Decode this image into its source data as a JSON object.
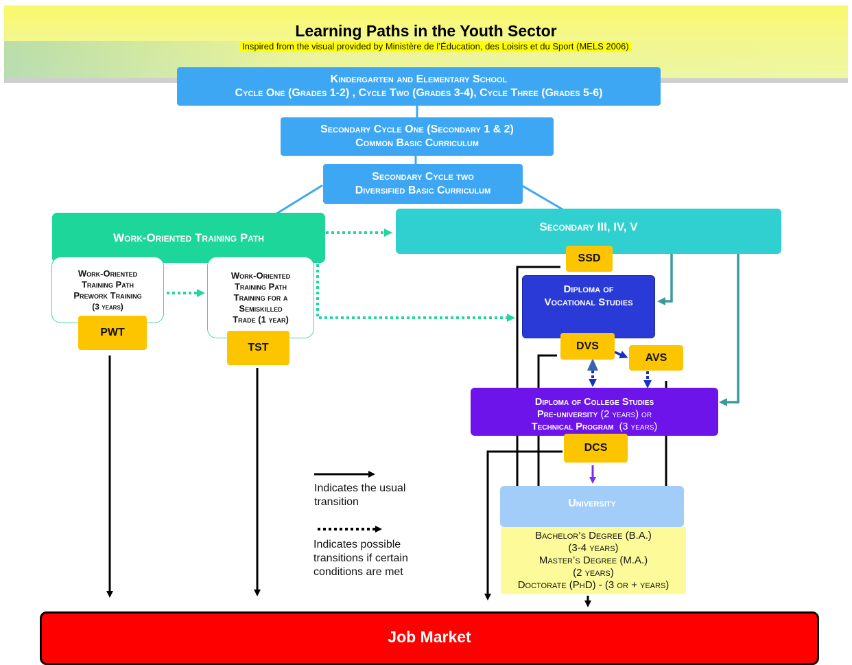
{
  "header": {
    "title": "Learning Paths in the Youth Sector",
    "subtitle": "Inspired from the visual provided by Ministère de l’Éducation, des Loisirs et du Sport (MELS 2006)"
  },
  "nodes": {
    "kindergarten": {
      "line1": "Kindergarten and Elementary School",
      "line2": "Cycle One (Grades 1-2) , Cycle Two (Grades 3-4), Cycle Three (Grades 5-6)"
    },
    "secondary_cycle_one": {
      "line1": "Secondary Cycle One (Secondary 1 & 2)",
      "line2": "Common Basic Curriculum"
    },
    "secondary_cycle_two": {
      "line1": "Secondary Cycle two",
      "line2": "Diversified Basic Curriculum"
    },
    "work_oriented_path": {
      "label": "Work-Oriented Training Path"
    },
    "secondary_3_4_5": {
      "label": "Secondary III, IV, V"
    },
    "prework_training": {
      "line1": "Work-Oriented",
      "line2": "Training Path",
      "line3": "Prework Training",
      "line4": "(3 years)"
    },
    "semiskilled_training": {
      "line1": "Work-Oriented",
      "line2": "Training Path",
      "line3": "Training for a",
      "line4": "Semiskilled",
      "line5": "Trade (1 year)"
    },
    "pwt": {
      "label": "PWT"
    },
    "tst": {
      "label": "TST"
    },
    "ssd": {
      "label": "SSD"
    },
    "dvs_box": {
      "line1": "Diploma of",
      "line2": "Vocational Studies"
    },
    "dvs": {
      "label": "DVS"
    },
    "avs": {
      "label": "AVS"
    },
    "college": {
      "line1": "Diploma of College Studies",
      "line2a": "Pre-university",
      "line2b": " (2 years)",
      "line2c": " or",
      "line3a": "Technical Program",
      "line3b": "  (3 years)"
    },
    "dcs": {
      "label": "DCS"
    },
    "university": {
      "label": "University"
    },
    "degrees": {
      "line1": "Bachelor’s Degree (B.A.)",
      "line2": "(3-4 years)",
      "line3": "Master’s Degree (M.A.)",
      "line4": "(2 years)",
      "line5": "Doctorate (PhD) - (3 or + years)"
    },
    "job_market": {
      "label": "Job Market"
    }
  },
  "legend": {
    "solid_line1": "Indicates the usual",
    "solid_line2": "transition",
    "dotted_line1": "Indicates possible",
    "dotted_line2": "transitions if certain",
    "dotted_line3": "conditions are met"
  },
  "colors": {
    "blue": "#3ea7f3",
    "teal": "#2fd0cf",
    "green": "#1dd69a",
    "gold": "#fdc500",
    "navy": "#2a3ad6",
    "violet": "#6d14ea",
    "university": "#a3cdf9",
    "degrees": "#fdfb99",
    "job_market": "#ff0000",
    "dotted_arrow": "#22d6a0",
    "teal_arrow": "#3a9a9e"
  }
}
